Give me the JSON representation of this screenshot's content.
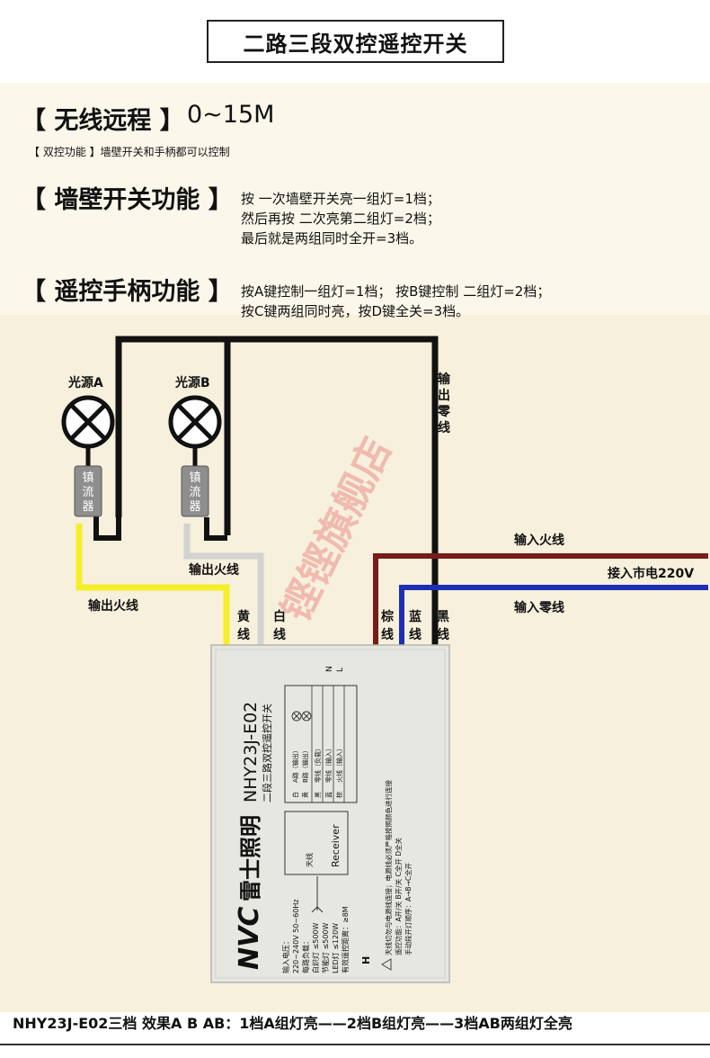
{
  "header": {
    "title": "二路三段双控遥控开关"
  },
  "range": {
    "label": "【 无线远程 】",
    "value": "0~15M"
  },
  "dual_control_note": "【 双控功能 】墙壁开关和手柄都可以控制",
  "wall_switch": {
    "label": "【 墙壁开关功能 】",
    "lines": [
      "按   一次墙壁开关亮一组灯=1档；",
      "然后再按   二次亮第二组灯=2档；",
      "最后就是两组同时全开=3档。"
    ]
  },
  "remote": {
    "label": "【 遥控手柄功能 】",
    "lines": [
      "按A键控制一组灯=1档；  按B键控制   二组灯=2档；",
      "按C键两组同时亮，按D键全关=3档。"
    ]
  },
  "diagram": {
    "light_a": "光源A",
    "light_b": "光源B",
    "ballast": [
      "镇",
      "流",
      "器"
    ],
    "output_neutral": [
      "输",
      "出",
      "零",
      "线"
    ],
    "input_live": "输入火线",
    "mains": "接入市电220V",
    "input_neutral": "输入零线",
    "output_live": "输出火线",
    "wire_yellow": [
      "黄",
      "线"
    ],
    "wire_white": [
      "白",
      "线"
    ],
    "wire_brown": [
      "棕",
      "线"
    ],
    "wire_blue": [
      "蓝",
      "线"
    ],
    "wire_black": [
      "黑",
      "线"
    ],
    "watermark": "铿铿旗舰店",
    "colors": {
      "black": "#111111",
      "yellow": "#f6ee2a",
      "white_wire": "#d2d2d2",
      "brown": "#7a1b1b",
      "blue": "#1d2fb5",
      "watermark": "#e8555c"
    }
  },
  "device": {
    "brand": "雷士照明",
    "logo": "NVC",
    "model": "NHY23J-E02",
    "subtitle": "二段三路双控遥控开关",
    "receiver": "Receiver",
    "antenna": "天线",
    "specs": [
      "输入电压：",
      "220~240V 50~60Hz",
      "每路负载：",
      "白炽灯 ≤500W",
      "节能灯 ≤500W",
      "LED灯 ≤120W",
      "有效遥控距离：≥8M"
    ],
    "wiring_table": [
      "A路（输出）",
      "B路（输出）",
      "零线（负载）",
      "零线（输入）",
      "火线（输入）"
    ],
    "wire_colors": [
      "白",
      "黄",
      "黑",
      "蓝",
      "棕"
    ],
    "terminals": {
      "n": "N",
      "l": "L",
      "h": "H"
    },
    "warnings": [
      "天线切勿与电源线连接；电源线必须严格按照颜色进行连接",
      "遥控功能：A开/关   B开/关   C全开   D全关",
      "手动段开灯顺序：A→B→C全开"
    ]
  },
  "bottom_caption": "NHY23J-E02三档 效果A B AB：1档A组灯亮——2档B组灯亮——3档AB两组灯全亮"
}
